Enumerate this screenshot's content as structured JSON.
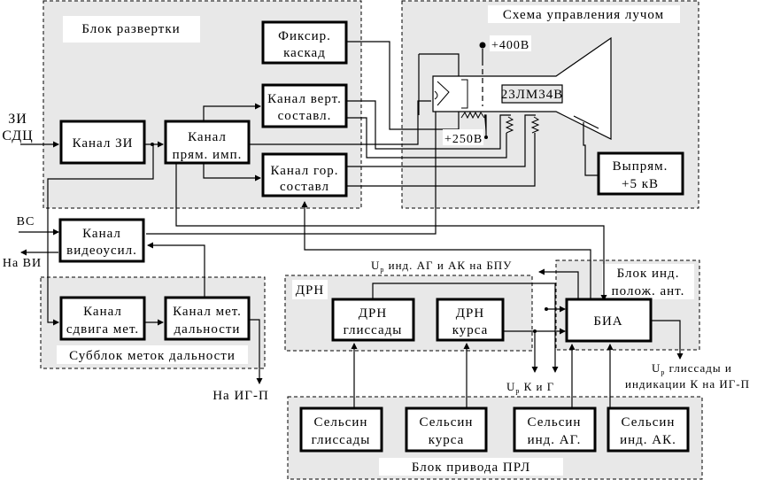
{
  "groups": {
    "sweep_block": "Блок развертки",
    "beam_control": "Схема управления лучом",
    "range_marks_subblock": "Субблок меток дальности",
    "drn": "ДРН",
    "antenna_position_block_line1": "Блок инд.",
    "antenna_position_block_line2": "полож. ант.",
    "prl_drive_block": "Блок привода ПРЛ"
  },
  "blocks": {
    "fix_cascade": [
      "Фиксир.",
      "каскад"
    ],
    "zi_channel": [
      "Канал ЗИ"
    ],
    "direct_pulse_channel": [
      "Канал",
      "прям. имп."
    ],
    "vert_component_channel": [
      "Канал верт.",
      "составл."
    ],
    "hor_component_channel": [
      "Канал гор.",
      "составл"
    ],
    "video_amp_channel": [
      "Канал",
      "видеоусил."
    ],
    "mark_shift_channel": [
      "Канал",
      "сдвига мет."
    ],
    "range_mark_channel": [
      "Канал мет.",
      "дальности"
    ],
    "drn_glideslope": [
      "ДРН",
      "глиссады"
    ],
    "drn_course": [
      "ДРН",
      "курса"
    ],
    "bia": [
      "БИА"
    ],
    "rectifier": [
      "Выпрям.",
      "+5 кВ"
    ],
    "selsyn_glideslope": [
      "Сельсин",
      "глиссады"
    ],
    "selsyn_course": [
      "Сельсин",
      "курса"
    ],
    "selsyn_ind_ag": [
      "Сельсин",
      "инд. АГ."
    ],
    "selsyn_ind_ak": [
      "Сельсин",
      "инд. АК."
    ]
  },
  "crt": {
    "tube_label": "23ЛМ34В",
    "v400": "+400В",
    "v250": "+250В"
  },
  "signals": {
    "zi_in_line1": "ЗИ",
    "zi_in_line2": "СДЦ",
    "vs_in": "ВС",
    "to_vi": "На ВИ",
    "to_ig_p": "На ИГ-П",
    "u_ind_bpu": "U",
    "u_ind_bpu_sub": "р",
    "u_ind_bpu_rest": " инд. АГ и АК на БПУ",
    "u_k_g": "U",
    "u_k_g_sub": "р",
    "u_k_g_rest": " К и Г",
    "u_gl_line1": "U",
    "u_gl_line1_sub": "р",
    "u_gl_line1_rest": " глиссады и",
    "u_gl_line2": "индикации К на ИГ-П"
  }
}
